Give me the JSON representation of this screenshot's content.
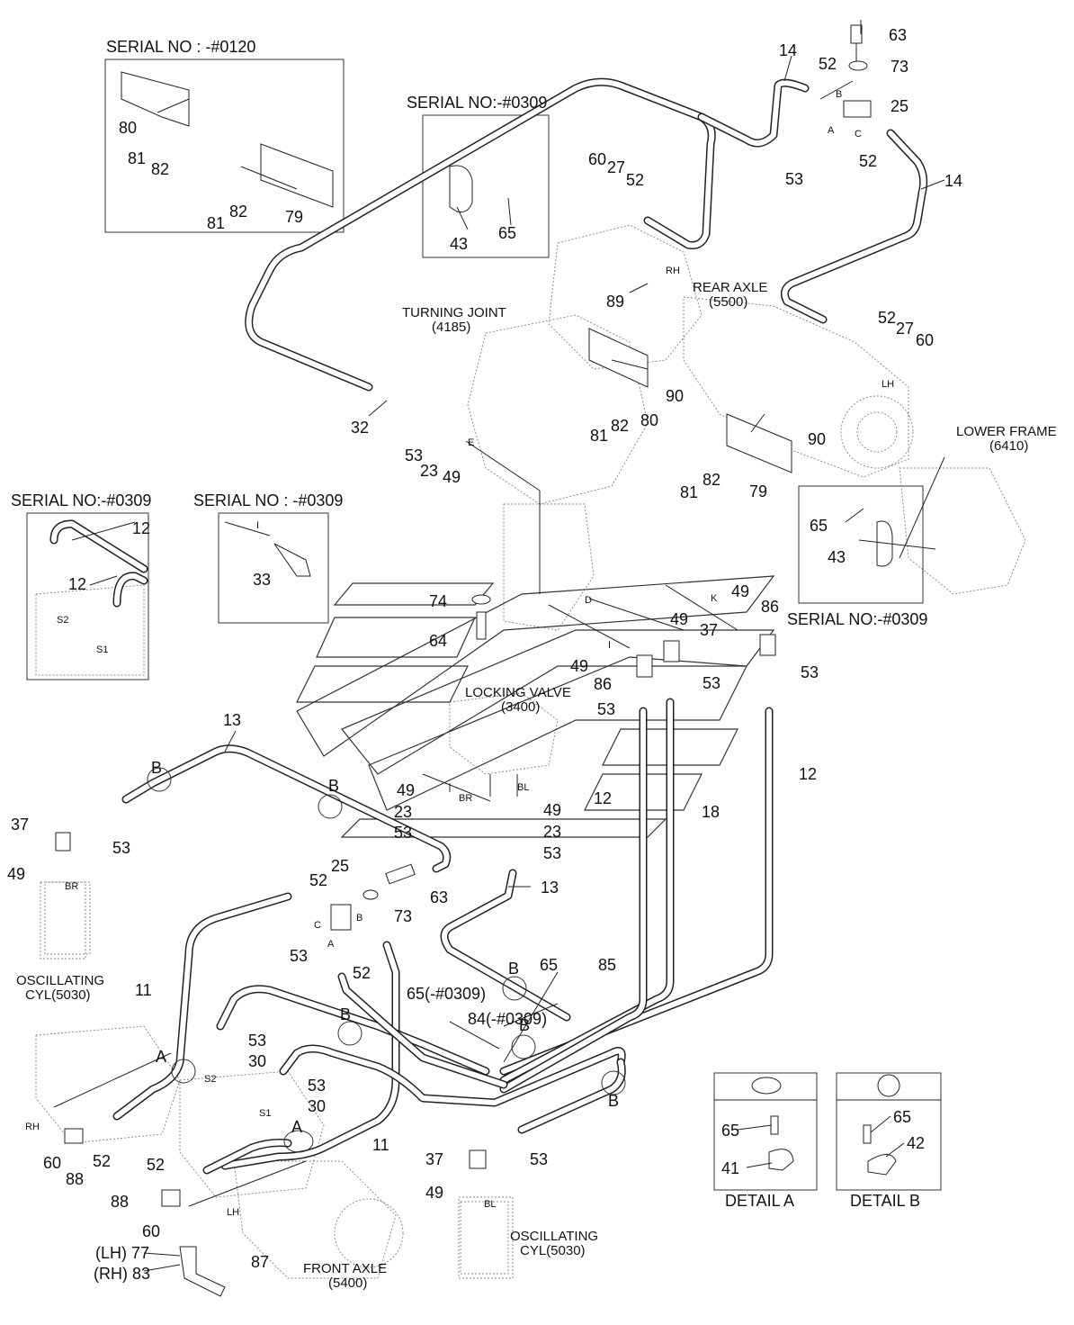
{
  "serial_labels": {
    "s0120": "SERIAL NO : -#0120",
    "s0309_top": "SERIAL NO:-#0309",
    "s0309_left": "SERIAL NO:-#0309",
    "s0309_mid": "SERIAL NO : -#0309",
    "s0309_right": "SERIAL NO:-#0309"
  },
  "component_labels": {
    "turning_joint": "TURNING JOINT",
    "turning_joint_code": "(4185)",
    "rear_axle": "REAR AXLE",
    "rear_axle_code": "(5500)",
    "lower_frame": "LOWER FRAME",
    "lower_frame_code": "(6410)",
    "locking_valve": "LOCKING VALVE",
    "locking_valve_code": "(3400)",
    "osc_cyl_left": "OSCILLATING",
    "osc_cyl_left_code": "CYL(5030)",
    "osc_cyl_right": "OSCILLATING",
    "osc_cyl_right_code": "CYL(5030)",
    "front_axle": "FRONT AXLE",
    "front_axle_code": "(5400)"
  },
  "details": {
    "detail_a": "DETAIL A",
    "detail_b": "DETAIL B"
  },
  "callouts": [
    {
      "id": "c63a",
      "t": "63"
    },
    {
      "id": "c73a",
      "t": "73"
    },
    {
      "id": "c25a",
      "t": "25"
    },
    {
      "id": "c14a",
      "t": "14"
    },
    {
      "id": "c52a",
      "t": "52"
    },
    {
      "id": "c52b",
      "t": "52"
    },
    {
      "id": "c53a",
      "t": "53"
    },
    {
      "id": "c14b",
      "t": "14"
    },
    {
      "id": "c80a",
      "t": "80"
    },
    {
      "id": "c81a",
      "t": "81"
    },
    {
      "id": "c82a",
      "t": "82"
    },
    {
      "id": "c81b",
      "t": "81"
    },
    {
      "id": "c82b",
      "t": "82"
    },
    {
      "id": "c79a",
      "t": "79"
    },
    {
      "id": "c43a",
      "t": "43"
    },
    {
      "id": "c65a",
      "t": "65"
    },
    {
      "id": "c60a",
      "t": "60"
    },
    {
      "id": "c27a",
      "t": "27"
    },
    {
      "id": "c52c",
      "t": "52"
    },
    {
      "id": "c89",
      "t": "89"
    },
    {
      "id": "c52d",
      "t": "52"
    },
    {
      "id": "c27b",
      "t": "27"
    },
    {
      "id": "c60b",
      "t": "60"
    },
    {
      "id": "c90a",
      "t": "90"
    },
    {
      "id": "c81c",
      "t": "81"
    },
    {
      "id": "c82c",
      "t": "82"
    },
    {
      "id": "c80b",
      "t": "80"
    },
    {
      "id": "c90b",
      "t": "90"
    },
    {
      "id": "c81d",
      "t": "81"
    },
    {
      "id": "c82d",
      "t": "82"
    },
    {
      "id": "c79b",
      "t": "79"
    },
    {
      "id": "c32",
      "t": "32"
    },
    {
      "id": "c53b",
      "t": "53"
    },
    {
      "id": "c23a",
      "t": "23"
    },
    {
      "id": "c49a",
      "t": "49"
    },
    {
      "id": "c65b",
      "t": "65"
    },
    {
      "id": "c43b",
      "t": "43"
    },
    {
      "id": "c12a",
      "t": "12"
    },
    {
      "id": "c12b",
      "t": "12"
    },
    {
      "id": "c33",
      "t": "33"
    },
    {
      "id": "c74",
      "t": "74"
    },
    {
      "id": "c64",
      "t": "64"
    },
    {
      "id": "c49b",
      "t": "49"
    },
    {
      "id": "c86a",
      "t": "86"
    },
    {
      "id": "c49c",
      "t": "49"
    },
    {
      "id": "c37a",
      "t": "37"
    },
    {
      "id": "c53c",
      "t": "53"
    },
    {
      "id": "c49d",
      "t": "49"
    },
    {
      "id": "c86b",
      "t": "86"
    },
    {
      "id": "c53d",
      "t": "53"
    },
    {
      "id": "c53e",
      "t": "53"
    },
    {
      "id": "c13a",
      "t": "13"
    },
    {
      "id": "c12c",
      "t": "12"
    },
    {
      "id": "c12d",
      "t": "12"
    },
    {
      "id": "c18",
      "t": "18"
    },
    {
      "id": "c37b",
      "t": "37"
    },
    {
      "id": "c53f",
      "t": "53"
    },
    {
      "id": "c49e",
      "t": "49"
    },
    {
      "id": "c49f",
      "t": "49"
    },
    {
      "id": "c23b",
      "t": "23"
    },
    {
      "id": "c53g",
      "t": "53"
    },
    {
      "id": "c49g",
      "t": "49"
    },
    {
      "id": "c23c",
      "t": "23"
    },
    {
      "id": "c53h",
      "t": "53"
    },
    {
      "id": "c13b",
      "t": "13"
    },
    {
      "id": "c52e",
      "t": "52"
    },
    {
      "id": "c25b",
      "t": "25"
    },
    {
      "id": "c63b",
      "t": "63"
    },
    {
      "id": "c73b",
      "t": "73"
    },
    {
      "id": "c53i",
      "t": "53"
    },
    {
      "id": "c52f",
      "t": "52"
    },
    {
      "id": "c11a",
      "t": "11"
    },
    {
      "id": "c65c",
      "t": "65"
    },
    {
      "id": "c85",
      "t": "85"
    },
    {
      "id": "c65d",
      "t": "65(-#0309)"
    },
    {
      "id": "c84",
      "t": "84(-#0309)"
    },
    {
      "id": "c53j",
      "t": "53"
    },
    {
      "id": "c30a",
      "t": "30"
    },
    {
      "id": "c53k",
      "t": "53"
    },
    {
      "id": "c30b",
      "t": "30"
    },
    {
      "id": "c60c",
      "t": "60"
    },
    {
      "id": "c88a",
      "t": "88"
    },
    {
      "id": "c52g",
      "t": "52"
    },
    {
      "id": "c11b",
      "t": "11"
    },
    {
      "id": "c52h",
      "t": "52"
    },
    {
      "id": "c88b",
      "t": "88"
    },
    {
      "id": "c60d",
      "t": "60"
    },
    {
      "id": "c37c",
      "t": "37"
    },
    {
      "id": "c53l",
      "t": "53"
    },
    {
      "id": "c49h",
      "t": "49"
    },
    {
      "id": "c77",
      "t": "(LH) 77"
    },
    {
      "id": "c83",
      "t": "(RH) 83"
    },
    {
      "id": "c87",
      "t": "87"
    },
    {
      "id": "c65e",
      "t": "65"
    },
    {
      "id": "c41",
      "t": "41"
    },
    {
      "id": "c65f",
      "t": "65"
    },
    {
      "id": "c42",
      "t": "42"
    }
  ],
  "port_letters": {
    "B1": "B",
    "A1": "A",
    "C1": "C",
    "RH1": "RH",
    "LH1": "LH",
    "E": "E",
    "I1": "I",
    "S2a": "S2",
    "S1a": "S1",
    "D": "D",
    "K": "K",
    "I2": "I",
    "BR1": "BR",
    "BL1": "BL",
    "BR2": "BR",
    "C2": "C",
    "B2": "B",
    "A2": "A",
    "S2b": "S2",
    "S1b": "S1",
    "RH2": "RH",
    "LH2": "LH",
    "BL2": "BL"
  },
  "circle_markers": {
    "m1": "B",
    "m2": "B",
    "m3": "B",
    "m4": "B",
    "m5": "B",
    "m6": "B",
    "m7": "A",
    "m8": "A"
  }
}
